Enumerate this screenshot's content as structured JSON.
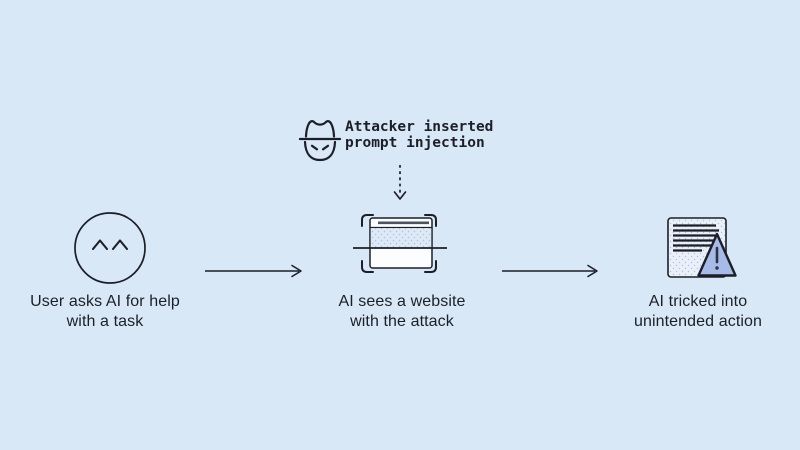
{
  "diagram_title": "prompt-injection-flow",
  "attacker": {
    "icon": "spy-hat-face-icon",
    "label_line1": "Attacker inserted",
    "label_line2": "prompt injection"
  },
  "steps": [
    {
      "id": "user-request",
      "icon": "smiley-user-icon",
      "label_line1": "User asks AI for help",
      "label_line2": "with a task"
    },
    {
      "id": "ai-sees-website",
      "icon": "scanned-browser-window-icon",
      "label_line1": "AI sees a website",
      "label_line2": "with the attack"
    },
    {
      "id": "ai-tricked",
      "icon": "document-warning-icon",
      "label_line1": "AI tricked into",
      "label_line2": "unintended action"
    }
  ],
  "connectors": {
    "injection_arrow": "dashed-down-arrow",
    "flow_arrow_1": "right-arrow",
    "flow_arrow_2": "right-arrow"
  },
  "colors": {
    "bg": "#d9e8f6",
    "ink": "#1c1f27",
    "address_bar": "#4e545e",
    "window_fill": "#fbfdff",
    "stipple_bg": "#dce9f7",
    "stipple_dot": "#aec2d9",
    "doc_bg": "#e9f0fa",
    "triangle_fill": "#a6bbe7",
    "triangle_accent": "#2c3342"
  }
}
